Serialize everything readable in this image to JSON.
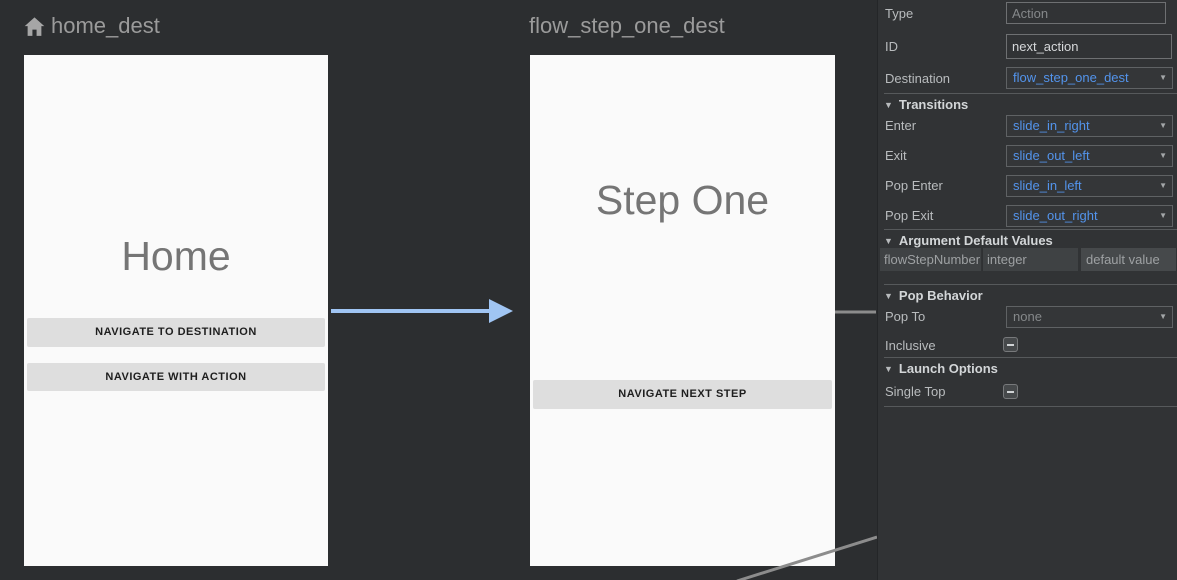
{
  "colors": {
    "action_arrow_blue": "#a0c5f3",
    "edge_gray": "#8c8c8c",
    "accent_blue": "#5394ec",
    "canvas_bg": "#2c2e30",
    "panel_bg": "#313335"
  },
  "icons": {
    "collapse_triangle": "▼",
    "dropdown_arrow": "▼"
  },
  "canvas": {
    "destinations": [
      {
        "title": "home_dest",
        "screen_title": "Home",
        "buttons": [
          "NAVIGATE TO DESTINATION",
          "NAVIGATE WITH ACTION"
        ]
      },
      {
        "title": "flow_step_one_dest",
        "screen_title": "Step One",
        "buttons": [
          "NAVIGATE NEXT STEP"
        ]
      }
    ]
  },
  "panel": {
    "type_row": {
      "label": "Type",
      "placeholder": "Action"
    },
    "id_row": {
      "label": "ID",
      "value": "next_action"
    },
    "destination_row": {
      "label": "Destination",
      "value": "flow_step_one_dest"
    },
    "transitions": {
      "header": "Transitions",
      "rows": [
        {
          "label": "Enter",
          "value": "slide_in_right"
        },
        {
          "label": "Exit",
          "value": "slide_out_left"
        },
        {
          "label": "Pop Enter",
          "value": "slide_in_left"
        },
        {
          "label": "Pop Exit",
          "value": "slide_out_right"
        }
      ]
    },
    "argument_defaults": {
      "header": "Argument Default Values",
      "row": {
        "name": "flowStepNumber",
        "type": "integer",
        "placeholder": "default value"
      }
    },
    "pop_behavior": {
      "header": "Pop Behavior",
      "pop_to": {
        "label": "Pop To",
        "value": "none"
      },
      "inclusive": {
        "label": "Inclusive",
        "state": "indeterminate"
      }
    },
    "launch_options": {
      "header": "Launch Options",
      "single_top": {
        "label": "Single Top",
        "state": "indeterminate"
      }
    }
  }
}
